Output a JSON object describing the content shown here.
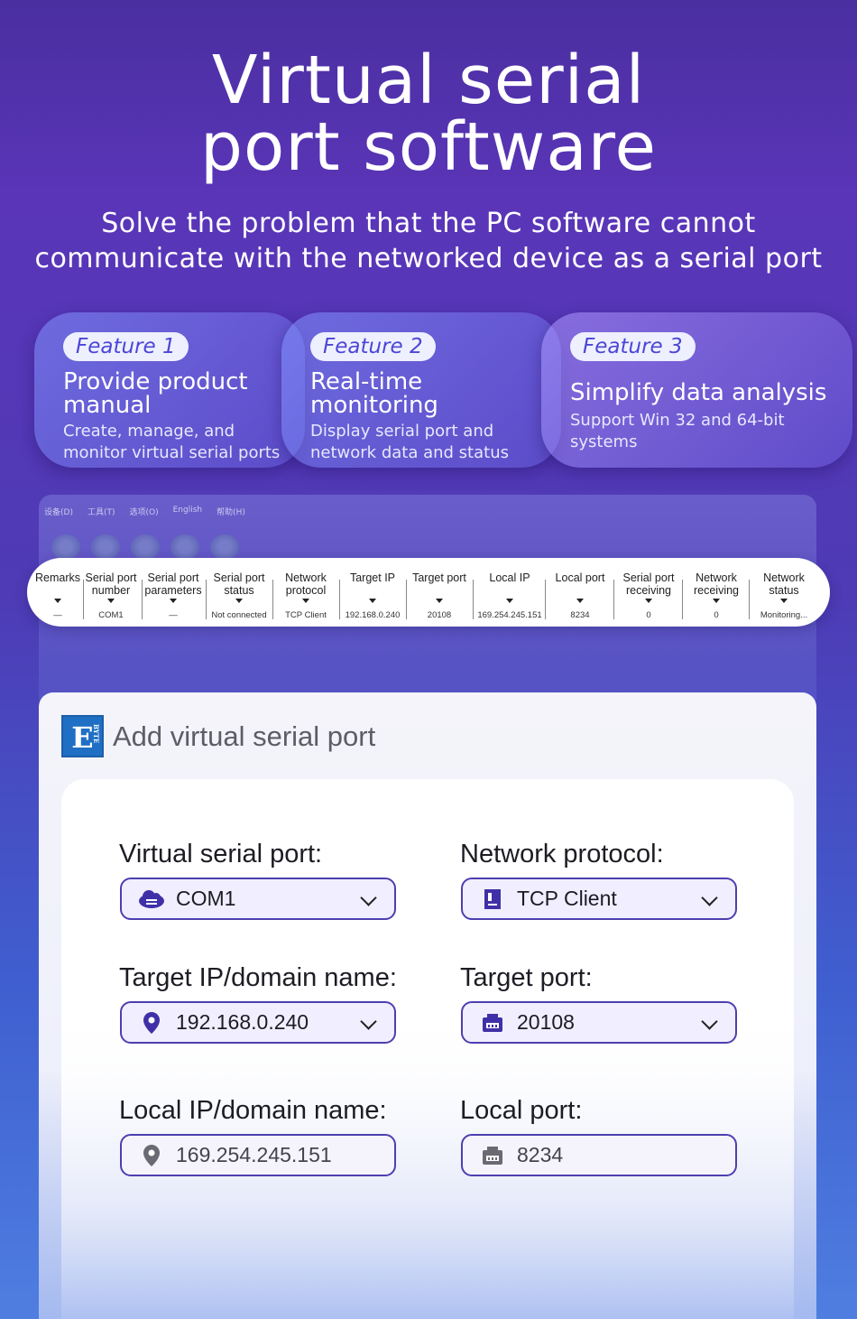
{
  "hero": {
    "title_line1": "Virtual serial",
    "title_line2": "port software",
    "subtitle_line1": "Solve the problem that the PC software cannot",
    "subtitle_line2": "communicate with the networked device as a serial port"
  },
  "features": [
    {
      "badge": "Feature 1",
      "title_line1": "Provide product",
      "title_line2": "manual",
      "desc_line1": "Create, manage, and",
      "desc_line2": "monitor virtual serial ports"
    },
    {
      "badge": "Feature 2",
      "title_line1": "Real-time",
      "title_line2": "monitoring",
      "desc_line1": "Display serial port and",
      "desc_line2": "network data and status"
    },
    {
      "badge": "Feature 3",
      "title": "Simplify data analysis",
      "desc_line1": "Support Win 32 and 64-bit",
      "desc_line2": "systems"
    }
  ],
  "app": {
    "menu": [
      "设备(D)",
      "工具(T)",
      "选项(O)",
      "English",
      "帮助(H)"
    ],
    "columns": [
      {
        "h1": "Remarks",
        "h2": "",
        "value": "—"
      },
      {
        "h1": "Serial port",
        "h2": "number",
        "value": "COM1"
      },
      {
        "h1": "Serial port",
        "h2": "parameters",
        "value": "—"
      },
      {
        "h1": "Serial port",
        "h2": "status",
        "value": "Not connected"
      },
      {
        "h1": "Network",
        "h2": "protocol",
        "value": "TCP Client"
      },
      {
        "h1": "Target IP",
        "h2": "",
        "value": "192.168.0.240"
      },
      {
        "h1": "Target port",
        "h2": "",
        "value": "20108"
      },
      {
        "h1": "Local IP",
        "h2": "",
        "value": "169.254.245.151"
      },
      {
        "h1": "Local port",
        "h2": "",
        "value": "8234"
      },
      {
        "h1": "Serial port",
        "h2": "receiving",
        "value": "0"
      },
      {
        "h1": "Network",
        "h2": "receiving",
        "value": "0"
      },
      {
        "h1": "Network",
        "h2": "status",
        "value": "Monitoring..."
      }
    ]
  },
  "dialog": {
    "logo_letter": "E",
    "logo_small": "BYTE",
    "title": "Add virtual serial port",
    "fields": {
      "virtual_serial_port": {
        "label": "Virtual serial port:",
        "value": "COM1",
        "icon": "cloud-icon"
      },
      "network_protocol": {
        "label": "Network protocol:",
        "value": "TCP Client",
        "icon": "document-icon"
      },
      "target_ip": {
        "label": "Target IP/domain name:",
        "value": "192.168.0.240",
        "icon": "location-pin-icon"
      },
      "target_port": {
        "label": "Target port:",
        "value": "20108",
        "icon": "port-icon"
      },
      "local_ip": {
        "label": "Local IP/domain name:",
        "value": "169.254.245.151",
        "icon": "location-pin-icon"
      },
      "local_port": {
        "label": "Local port:",
        "value": "8234",
        "icon": "port-icon"
      }
    }
  },
  "colors": {
    "accent": "#4d3fb0",
    "icon": "#4030a8",
    "badge_text": "#4c46d6"
  }
}
